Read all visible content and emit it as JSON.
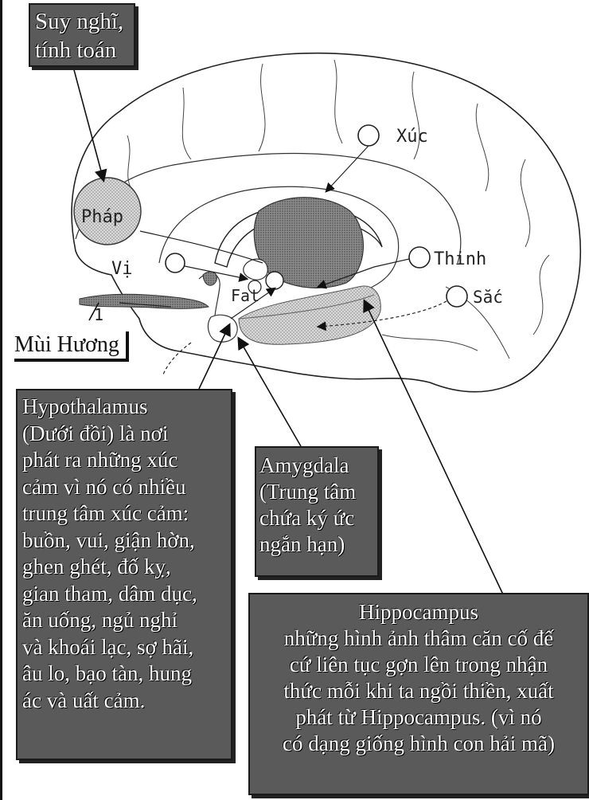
{
  "labels": {
    "thinking": [
      "Suy nghĩ,",
      "tính toán"
    ],
    "phap": "Pháp",
    "xuc": "Xúc",
    "vi": "Vị",
    "thinh": "Thinh",
    "sac": "Sắc",
    "fat": "Fat",
    "one": "1",
    "mui_huong": "Mùi Hương"
  },
  "hypothalamus": {
    "lines": [
      "Hypothalamus",
      "(Dưới đồi) là nơi",
      "phát ra những xúc",
      "cảm vì nó có nhiều",
      "trung tâm xúc cảm:",
      "buồn, vui, giận hờn,",
      "ghen ghét, đố kỵ,",
      "gian tham, dâm dục,",
      "ăn uống, ngủ nghỉ",
      "và khoái lạc, sợ hãi,",
      "âu lo, bạo tàn, hung",
      "ác và uất cảm."
    ]
  },
  "amygdala": {
    "lines": [
      "Amygdala",
      "(Trung tâm",
      "chứa ký ức",
      "ngắn hạn)"
    ]
  },
  "hippocampus": {
    "lines": [
      "Hippocampus",
      "những hình ảnh thâm căn cố đế",
      "cứ liên tục gợn lên trong nhận",
      "thức mỗi khi ta ngồi thiền, xuất",
      "phát từ Hippocampus. (vì nó",
      "có dạng giống hình con hải mã)"
    ]
  }
}
